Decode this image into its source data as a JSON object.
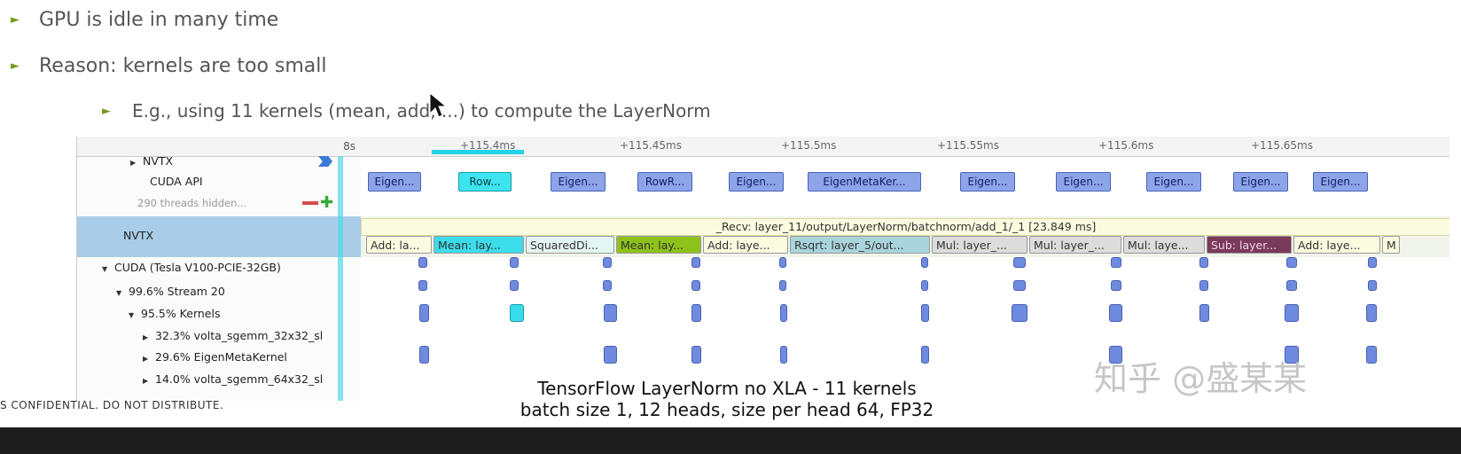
{
  "bullets": [
    "GPU is idle in many time",
    "Reason: kernels are too small",
    "E.g., using 11 kernels (mean, add, ...) to compute the LayerNorm"
  ],
  "bullet_marker": "►",
  "ruler": {
    "left_label": "8s",
    "ticks": [
      "+115.4ms",
      "+115.45ms",
      "+115.5ms",
      "+115.55ms",
      "+115.6ms",
      "+115.65ms"
    ]
  },
  "rows": {
    "nvtx_top": "NVTX",
    "cuda_api": "CUDA API",
    "threads_hidden": "290 threads hidden...",
    "nvtx": "NVTX",
    "cuda_device": "CUDA (Tesla V100-PCIE-32GB)",
    "stream": "99.6% Stream 20",
    "kernels": "95.5% Kernels",
    "kernel_1": "32.3% volta_sgemm_32x32_sl",
    "kernel_2": "29.6% EigenMetaKernel",
    "kernel_3": "14.0% volta_sgemm_64x32_sl"
  },
  "api_boxes": [
    "Eigen...",
    "Row...",
    "Eigen...",
    "RowR...",
    "Eigen...",
    "EigenMetaKer...",
    "Eigen...",
    "Eigen...",
    "Eigen...",
    "Eigen...",
    "Eigen..."
  ],
  "recv_label": "_Recv: layer_11/output/LayerNorm/batchnorm/add_1/_1 [23.849 ms]",
  "nvtx_boxes": [
    "Add: la...",
    "Mean: lay...",
    "SquaredDi...",
    "Mean: lay...",
    "Add: laye...",
    "Rsqrt: layer_5/out...",
    "Mul: layer_...",
    "Mul: layer_...",
    "Mul: laye...",
    "Sub: layer...",
    "Add: laye...",
    "M"
  ],
  "colors": {
    "kernel_blue": "#6f8be0",
    "kernel_cyan": "#38dcea",
    "nvtx_band": "#a9cde8",
    "sub_box": "#7a3a5a",
    "mean_green": "#8ec21a"
  },
  "caption": {
    "line1": "TensorFlow LayerNorm no XLA - 11 kernels",
    "line2": "batch size 1, 12 heads, size per head 64, FP32"
  },
  "confidential": "S CONFIDENTIAL. DO NOT DISTRIBUTE.",
  "watermark": "知乎 @盛某某"
}
